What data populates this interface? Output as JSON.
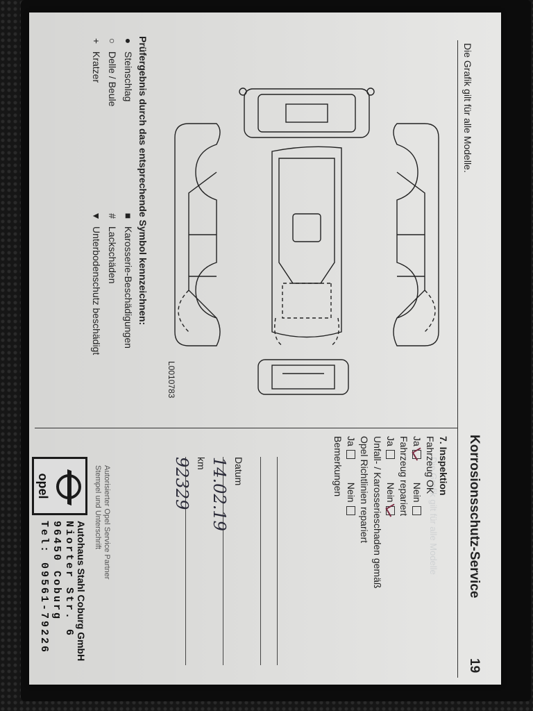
{
  "page": {
    "header_title": "Korrosionsschutz-Service",
    "page_number": "19",
    "graphic_note": "Die Grafik gilt für alle Modelle.",
    "figure_code": "L0010783"
  },
  "legend": {
    "title": "Prüfergebnis durch das entsprechende Symbol kennzeichnen:",
    "items": [
      {
        "symbol": "●",
        "label": "Steinschlag"
      },
      {
        "symbol": "■",
        "label": "Karosserie-Beschädigungen"
      },
      {
        "symbol": "○",
        "label": "Delle / Beule"
      },
      {
        "symbol": "#",
        "label": "Lackschäden"
      },
      {
        "symbol": "+",
        "label": "Kratzer"
      },
      {
        "symbol": "▼",
        "label": "Unterbodenschutz beschädigt"
      }
    ]
  },
  "form": {
    "section_title": "7. Inspektion",
    "q1": {
      "label": "Fahrzeug OK",
      "yes": "Ja",
      "no": "Nein",
      "yes_checked": true,
      "no_checked": false
    },
    "q2": {
      "label": "Fahrzeug repariert",
      "yes": "Ja",
      "no": "Nein",
      "yes_checked": false,
      "no_checked": true
    },
    "q3": {
      "label_line1": "Unfall- / Karosserieschaden gemäß",
      "label_line2": "Opel Richtlinien repariert",
      "yes": "Ja",
      "no": "Nein",
      "yes_checked": false,
      "no_checked": false
    },
    "remarks_label": "Bemerkungen",
    "date_label": "Datum",
    "date_value": "14.02.19",
    "km_label": "km",
    "km_value": "92329",
    "stamp_caption_line1": "Autorisierter Opel Service Partner",
    "stamp_caption_line2": "Stempel und Unterschrift"
  },
  "stamp": {
    "logo_word": "opel",
    "firm": "Autohaus Stahl Coburg GmbH",
    "street": "Niorter Str. 6",
    "city": "96450 Coburg",
    "phone": "Tel: 09561-79226"
  }
}
